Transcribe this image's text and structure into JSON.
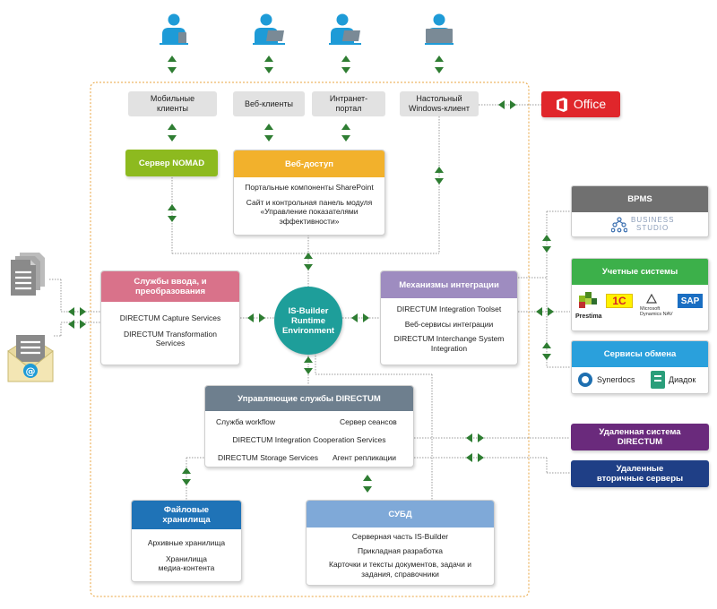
{
  "users": {
    "mobile_clients": "Мобильные клиенты",
    "web_clients": "Веб-клиенты",
    "intranet_portal": "Интранет-портал",
    "desktop_client": "Настольный Windows-клиент"
  },
  "office": {
    "label": "Office"
  },
  "nomad": {
    "label": "Сервер NOMAD"
  },
  "web_access": {
    "title": "Веб-доступ",
    "line1": "Портальные компоненты SharePoint",
    "line2": "Сайт и контрольная панель модуля «Управление показателями эффективности»"
  },
  "runtime": {
    "label": "IS-Builder Runtime Environment"
  },
  "input_services": {
    "title": "Службы ввода, и преобразования",
    "line1": "DIRECTUM Capture Services",
    "line2": "DIRECTUM Transformation Services"
  },
  "integration": {
    "title": "Механизмы интеграции",
    "line1": "DIRECTUM Integration Toolset",
    "line2": "Веб-сервисы интеграции",
    "line3": "DIRECTUM Interchange System Integration"
  },
  "managing": {
    "title": "Управляющие службы DIRECTUM",
    "workflow": "Служба workflow",
    "sessions": "Сервер сеансов",
    "cooperation": "DIRECTUM Integration Cooperation Services",
    "storage_services": "DIRECTUM Storage Services",
    "replication": "Агент репликации"
  },
  "file_storage": {
    "title": "Файловые хранилища",
    "line1": "Архивные хранилища",
    "line2": "Хранилища медиа-контента"
  },
  "dbms": {
    "title": "СУБД",
    "line1": "Серверная часть IS-Builder",
    "line2": "Прикладная разработка",
    "line3": "Карточки и тексты документов, задачи и задания, справочники"
  },
  "bpms": {
    "title": "BPMS",
    "logo_line1": "BUSINESS",
    "logo_line2": "STUDIO"
  },
  "accounting": {
    "title": "Учетные системы",
    "logo1": "Prestima",
    "logo2": "1С",
    "logo3_line1": "Microsoft",
    "logo3_line2": "Dynamics NAV",
    "logo4": "SAP"
  },
  "exchange": {
    "title": "Сервисы обмена",
    "logo1": "Synerdocs",
    "logo2": "Диадок"
  },
  "remote_directum": {
    "label": "Удаленная система DIRECTUM"
  },
  "remote_secondary": {
    "label": "Удаленные вторичные серверы"
  },
  "colors": {
    "arrow": "#2e7d32",
    "frame": "#e8a33c",
    "nomad": "#8dba1f",
    "web_access": "#f2b12c",
    "input_services": "#d9728a",
    "integration": "#9e8cc0",
    "runtime": "#1e9e9a",
    "managing": "#6e7f8e",
    "file_storage": "#1f73b7",
    "dbms": "#7fa9d8",
    "bpms": "#707070",
    "accounting": "#3cb04a",
    "exchange": "#2aa0dc",
    "remote_directum": "#6a2a7c",
    "remote_secondary": "#1f3f86",
    "office": "#e0262b",
    "user": "#1e9bd7"
  }
}
